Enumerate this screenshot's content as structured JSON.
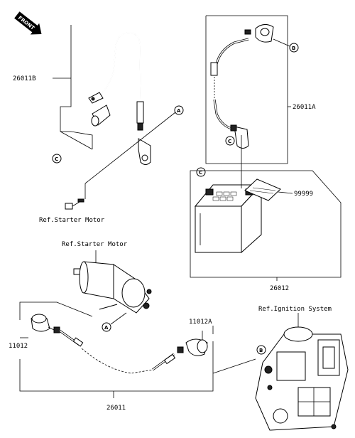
{
  "front_tag": {
    "text": "FRONT"
  },
  "part_numbers": {
    "p26011B": "26011B",
    "p26011A": "26011A",
    "p99999": "99999",
    "p26012": "26012",
    "p11012": "11012",
    "p11012A": "11012A",
    "p26011": "26011"
  },
  "references": {
    "starter_motor_upper": "Ref.Starter Motor",
    "starter_motor_lower": "Ref.Starter Motor",
    "ignition_system": "Ref.Ignition System"
  },
  "callouts": {
    "a1": "A",
    "a2": "A",
    "b1": "B",
    "b2": "B",
    "c1": "C",
    "c2": "C",
    "c3": "C"
  }
}
